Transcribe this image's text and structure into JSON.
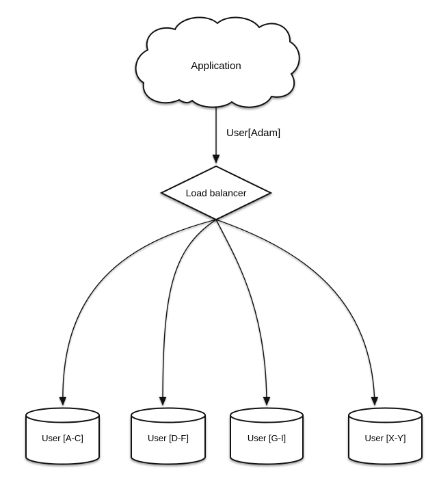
{
  "diagram": {
    "type": "flow-diagram",
    "colors": {
      "background": "#ffffff",
      "stroke": "#111111",
      "shape_fill": "#ffffff",
      "text": "#000000"
    },
    "nodes": {
      "application": {
        "label": "Application",
        "shape": "cloud"
      },
      "load_balancer": {
        "label": "Load balancer",
        "shape": "diamond"
      },
      "shards": [
        {
          "label": "User [A-C]",
          "shape": "cylinder"
        },
        {
          "label": "User [D-F]",
          "shape": "cylinder"
        },
        {
          "label": "User [G-I]",
          "shape": "cylinder"
        },
        {
          "label": "User [X-Y]",
          "shape": "cylinder"
        }
      ]
    },
    "edges": {
      "app_to_lb": {
        "label": "User[Adam]",
        "from": "application",
        "to": "load_balancer"
      },
      "lb_to_shard_1": {
        "label": "",
        "from": "load_balancer",
        "to": "shards.0"
      },
      "lb_to_shard_2": {
        "label": "",
        "from": "load_balancer",
        "to": "shards.1"
      },
      "lb_to_shard_3": {
        "label": "",
        "from": "load_balancer",
        "to": "shards.2"
      },
      "lb_to_shard_4": {
        "label": "",
        "from": "load_balancer",
        "to": "shards.3"
      }
    }
  }
}
